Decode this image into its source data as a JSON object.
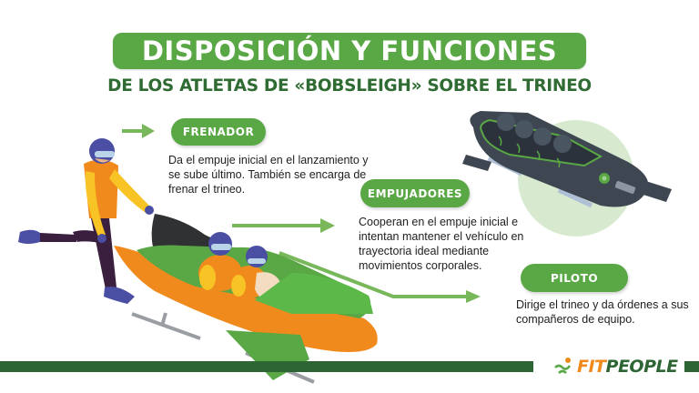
{
  "header": {
    "title": "DISPOSICIÓN Y FUNCIONES",
    "subtitle": "DE LOS ATLETAS DE «BOBSLEIGH» SOBRE EL TRINEO"
  },
  "roles": [
    {
      "label": "FRENADOR",
      "description": "Da el empuje inicial en el lanzamiento y se sube último. También se encarga de frenar el trineo."
    },
    {
      "label": "EMPUJADORES",
      "description": "Cooperan en el empuje inicial e intentan mantener el vehículo en trayectoria ideal mediante movimientos corporales."
    },
    {
      "label": "PILOTO",
      "description": "Dirige el trineo y da órdenes a sus compañeros de equipo."
    }
  ],
  "logo": {
    "part1": "FIT",
    "part2": "PEOPLE"
  },
  "colors": {
    "brand_green": "#5aa845",
    "dark_green": "#2e6535",
    "orange": "#f08a1d",
    "yellow": "#f7c325",
    "helmet_blue": "#4a4fa3",
    "sled_dark": "#3d4651"
  }
}
